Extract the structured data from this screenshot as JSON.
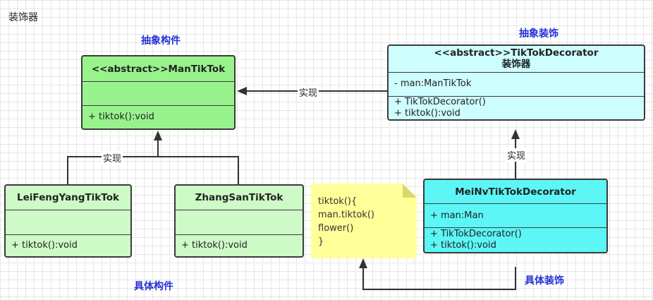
{
  "title": "装饰器",
  "groups": {
    "abstract_component": "抽象构件",
    "abstract_decorator": "抽象装饰",
    "concrete_component": "具体构件",
    "concrete_decorator": "具体装饰"
  },
  "classes": {
    "man_tiktok": {
      "name": "<<abstract>>ManTikTok",
      "fields": [
        ""
      ],
      "methods": [
        "+ tiktok():void"
      ]
    },
    "tiktok_decorator": {
      "name": "<<abstract>>TikTokDecorator",
      "subtitle": "装饰器",
      "fields": [
        "- man:ManTikTok"
      ],
      "methods": [
        "+ TikTokDecorator()",
        "+ tiktok():void"
      ]
    },
    "leifeng": {
      "name": "LeiFengYangTikTok",
      "fields": [
        ""
      ],
      "methods": [
        "+ tiktok():void"
      ]
    },
    "zhangsan": {
      "name": "ZhangSanTikTok",
      "fields": [
        ""
      ],
      "methods": [
        "+ tiktok():void"
      ]
    },
    "meinv": {
      "name": "MeiNvTikTokDecorator",
      "fields": [
        "+ man:Man"
      ],
      "methods": [
        "+ TikTokDecorator()",
        "+ tiktok():void"
      ]
    }
  },
  "note": {
    "lines": [
      "tiktok(){",
      "man.tiktok()",
      "flower()",
      "}"
    ]
  },
  "relations": {
    "implements_label": "实现"
  },
  "colors": {
    "abstract": "#98f38d",
    "concrete": "#cdfac6",
    "decorator": "#cdfdfd",
    "concrete_decorator": "#5cf6f6",
    "note": "#ffff99",
    "group_label": "#2530d8"
  }
}
